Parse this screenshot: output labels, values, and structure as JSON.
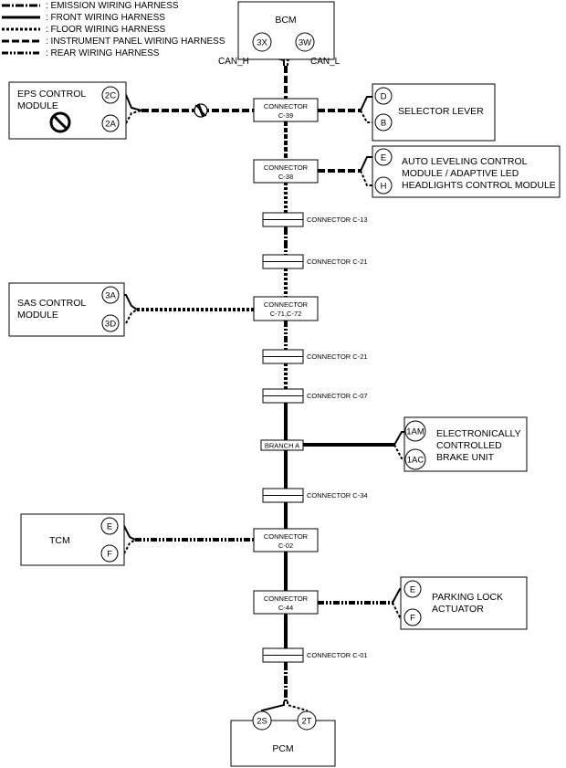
{
  "legend": [
    {
      "label": ": EMISSION WIRING HARNESS",
      "style": "emission"
    },
    {
      "label": ": FRONT WIRING HARNESS",
      "style": "front"
    },
    {
      "label": ": FLOOR WIRING HARNESS",
      "style": "floor"
    },
    {
      "label": ": INSTRUMENT PANEL WIRING HARNESS",
      "style": "instrument"
    },
    {
      "label": ": REAR WIRING HARNESS",
      "style": "rear"
    }
  ],
  "bcm": {
    "name": "BCM",
    "pin_left": "3X",
    "pin_right": "3W",
    "can_h": "CAN_H",
    "can_l": "CAN_L"
  },
  "pcm": {
    "name": "PCM",
    "pin_left": "2S",
    "pin_right": "2T"
  },
  "eps": {
    "line1": "EPS CONTROL",
    "line2": "MODULE",
    "pin_top": "2C",
    "pin_bottom": "2A",
    "icon": "prohibited-icon"
  },
  "selector": {
    "name": "SELECTOR LEVER",
    "pin_top": "D",
    "pin_bottom": "B"
  },
  "auto_leveling": {
    "line1": "AUTO LEVELING CONTROL",
    "line2": "MODULE / ADAPTIVE LED",
    "line3": "HEADLIGHTS CONTROL MODULE",
    "pin_top": "E",
    "pin_bottom": "H"
  },
  "sas": {
    "line1": "SAS CONTROL",
    "line2": "MODULE",
    "pin_top": "3A",
    "pin_bottom": "3D"
  },
  "brake": {
    "line1": "ELECTRONICALLY",
    "line2": "CONTROLLED",
    "line3": "BRAKE UNIT",
    "pin_top": "1AM",
    "pin_bottom": "1AC"
  },
  "tcm": {
    "name": "TCM",
    "pin_top": "E",
    "pin_bottom": "F"
  },
  "parking": {
    "line1": "PARKING LOCK",
    "line2": "ACTUATOR",
    "pin_top": "E",
    "pin_bottom": "F"
  },
  "connectors": {
    "c39": {
      "line1": "CONNECTOR",
      "line2": "C-39"
    },
    "c38": {
      "line1": "CONNECTOR",
      "line2": "C-38"
    },
    "c71": {
      "line1": "CONNECTOR",
      "line2": "C-71,C-72"
    },
    "c02": {
      "line1": "CONNECTOR",
      "line2": "C-02"
    },
    "c44": {
      "line1": "CONNECTOR",
      "line2": "C-44"
    },
    "branch": "BRANCH A",
    "c13": "CONNECTOR C-13",
    "c21a": "CONNECTOR C-21",
    "c21b": "CONNECTOR C-21",
    "c07": "CONNECTOR C-07",
    "c34": "CONNECTOR C-34",
    "c01": "CONNECTOR C-01"
  }
}
